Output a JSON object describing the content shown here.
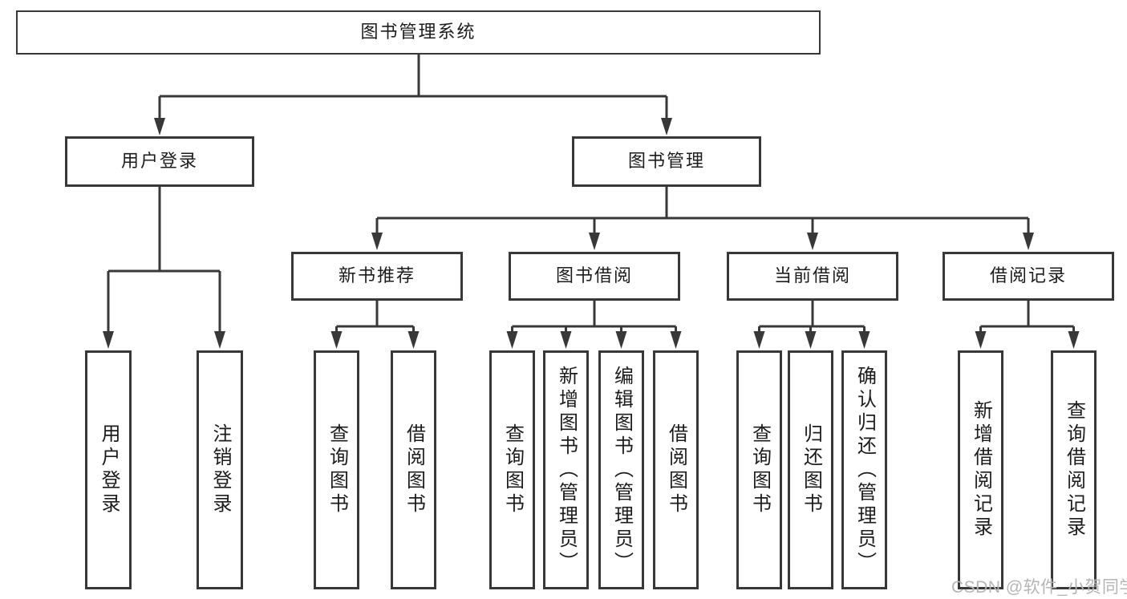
{
  "tree": {
    "root": {
      "label": "图书管理系统"
    },
    "branches": [
      {
        "label": "用户登录",
        "children": [
          {
            "label": "用户登录"
          },
          {
            "label": "注销登录"
          }
        ]
      },
      {
        "label": "图书管理",
        "children": [
          {
            "label": "新书推荐",
            "children": [
              {
                "label": "查询图书"
              },
              {
                "label": "借阅图书"
              }
            ]
          },
          {
            "label": "图书借阅",
            "children": [
              {
                "label": "查询图书"
              },
              {
                "label": "新增图书（管理员）"
              },
              {
                "label": "编辑图书（管理员）"
              },
              {
                "label": "借阅图书"
              }
            ]
          },
          {
            "label": "当前借阅",
            "children": [
              {
                "label": "查询图书"
              },
              {
                "label": "归还图书"
              },
              {
                "label": "确认归还（管理员）"
              }
            ]
          },
          {
            "label": "借阅记录",
            "children": [
              {
                "label": "新增借阅记录"
              },
              {
                "label": "查询借阅记录"
              }
            ]
          }
        ]
      }
    ]
  },
  "watermark": {
    "text": "CSDN @软件_小贺同学"
  },
  "colors": {
    "line": "#383838",
    "text": "#1c1c1c",
    "watermark": "#b5b5b5",
    "background": "#ffffff"
  }
}
